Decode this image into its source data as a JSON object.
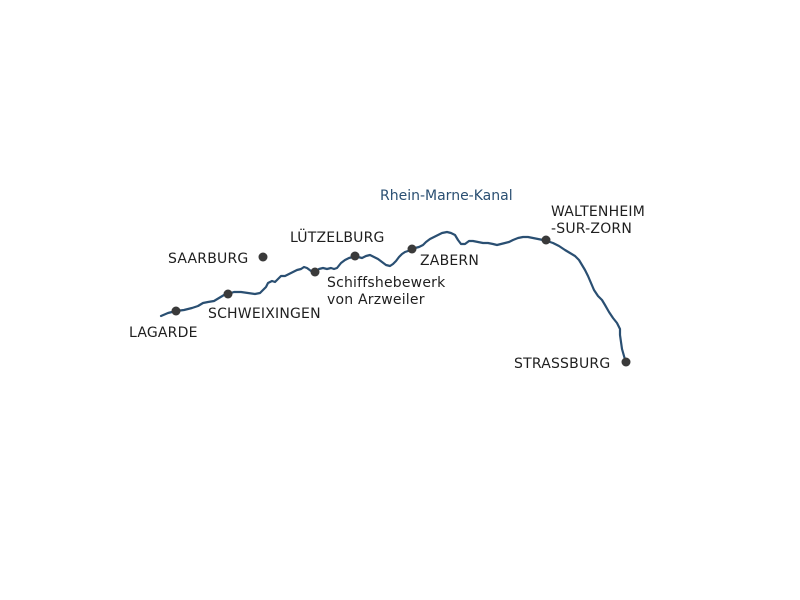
{
  "map": {
    "canal_name": "Rhein-Marne-Kanal",
    "colors": {
      "route": "#2a4f72",
      "canal_label": "#2a4f72",
      "marker": "#3a3a3a",
      "text": "#1f1f1f"
    },
    "places": [
      {
        "id": "lagarde",
        "label": "LAGARDE"
      },
      {
        "id": "saarburg",
        "label": "SAARBURG"
      },
      {
        "id": "schweixingen",
        "label": "SCHWEIXINGEN"
      },
      {
        "id": "arzweiler",
        "label_line1": "Schiffshebewerk",
        "label_line2": "von Arzweiler"
      },
      {
        "id": "luetzelburg",
        "label": "LÜTZELBURG"
      },
      {
        "id": "zabern",
        "label": "ZABERN"
      },
      {
        "id": "waltenheim",
        "label_line1": "WALTENHEIM",
        "label_line2": "-SUR-ZORN"
      },
      {
        "id": "strassburg",
        "label": "STRASSBURG"
      }
    ]
  }
}
